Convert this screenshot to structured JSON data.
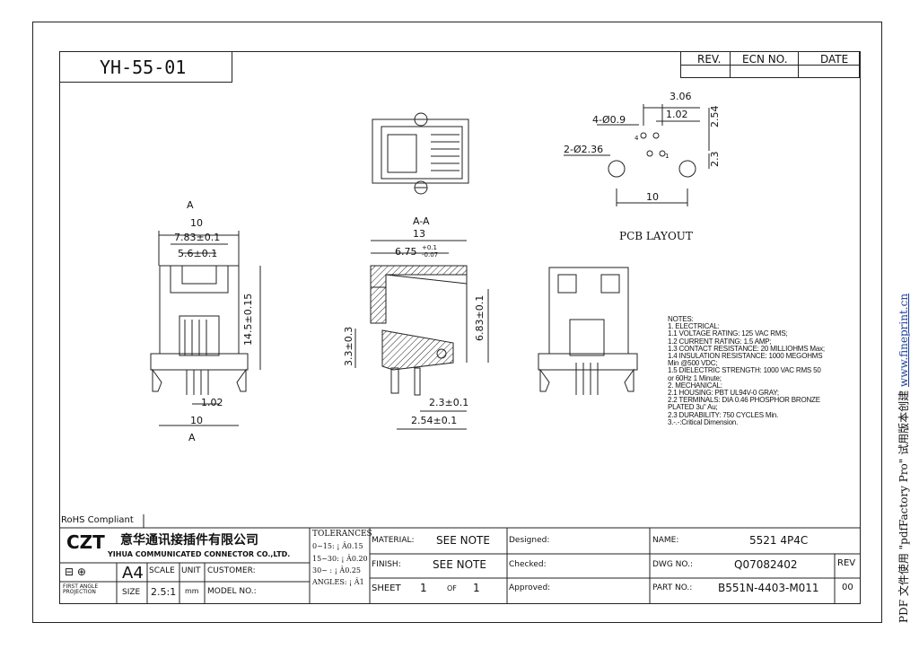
{
  "title_block": {
    "model": "YH-55-01",
    "rev_header": "REV.",
    "ecn_header": "ECN NO.",
    "date_header": "DATE",
    "rohs": "RoHS Compliant",
    "logo": "CZT",
    "company_cn": "意华通讯接插件有限公司",
    "company_en": "YIHUA COMMUNICATED CONNECTOR CO.,LTD.",
    "projection": "FIRST ANGLE PROJECTION",
    "size_value": "A4",
    "size_label": "SIZE",
    "scale_label": "SCALE",
    "scale_value": "2.5:1",
    "unit_label": "UNIT",
    "unit_value": "mm",
    "customer_label": "CUSTOMER:",
    "model_no_label": "MODEL NO.:",
    "tolerances": {
      "title": "TOLERANCES",
      "line1": "0~15: ¡ Â0.15",
      "line2": "15~30: ¡ Â0.20",
      "line3": "30~ : ¡ Â0.25",
      "line4": "ANGLES: ¡ Â1"
    },
    "material_label": "MATERIAL:",
    "material_value": "SEE NOTE",
    "finish_label": "FINISH:",
    "finish_value": "SEE NOTE",
    "sheet_label": "SHEET",
    "sheet_value": "1",
    "of_label": "OF",
    "of_value": "1",
    "designed_label": "Designed:",
    "checked_label": "Checked:",
    "approved_label": "Approved:",
    "name_label": "NAME:",
    "name_value": "5521 4P4C",
    "dwg_label": "DWG NO.:",
    "dwg_value": "Q07082402",
    "part_label": "PART NO.:",
    "part_value": "B551N-4403-M011",
    "rev_label": "REV",
    "rev_value": "00"
  },
  "drawing": {
    "pcb_title": "PCB LAYOUT",
    "section_label": "A-A",
    "view_a_top": "A",
    "view_a_bottom": "A",
    "dims": {
      "d10_top": "10",
      "d783": "7.83±0.1",
      "d56": "5.6±0.1",
      "d145": "14.5±0.15",
      "d102": "1.02",
      "d10_bottom": "10",
      "d13": "13",
      "d675": "6.75",
      "d675_tol_up": "+0.1",
      "d675_tol_dn": "-0.07",
      "d683": "6.83±0.1",
      "d33": "3.3±0.3",
      "d23": "2.3±0.1",
      "d254b": "2.54±0.1",
      "pcb_306": "3.06",
      "pcb_102": "1.02",
      "pcb_254": "2.54",
      "pcb_23": "2.3",
      "pcb_10": "10",
      "pcb_holes_small": "4-Ø0.9",
      "pcb_holes_big": "2-Ø2.36",
      "pin4": "4",
      "pin1": "1"
    }
  },
  "notes": [
    "NOTES:",
    "1. ELECTRICAL:",
    "1.1 VOLTAGE RATING: 125 VAC RMS;",
    "1.2 CURRENT RATING: 1.5 AMP;",
    "1.3 CONTACT RESISTANCE: 20 MILLIOHMS Max;",
    "1.4 INSULATION RESISTANCE: 1000 MEGOHMS",
    "Min @500 VDC;",
    "1.5 DIELECTRIC STRENGTH: 1000 VAC RMS 50",
    "or 60Hz 1 Minute;",
    "2. MECHANICAL:",
    "2.1 HOUSING: PBT UL94V-0 GRAY;",
    "2.2 TERMINALS: DIA 0.46 PHOSPHOR BRONZE",
    "PLATED 3u\" Au;",
    "2.3 DURABILITY: 750 CYCLES Min.",
    "3.-.-:Critical Dimension."
  ],
  "watermark": {
    "prefix": "PDF 文件使用 \"pdfFactory Pro\" 试用版本创建 ",
    "link": "www.fineprint.cn"
  }
}
